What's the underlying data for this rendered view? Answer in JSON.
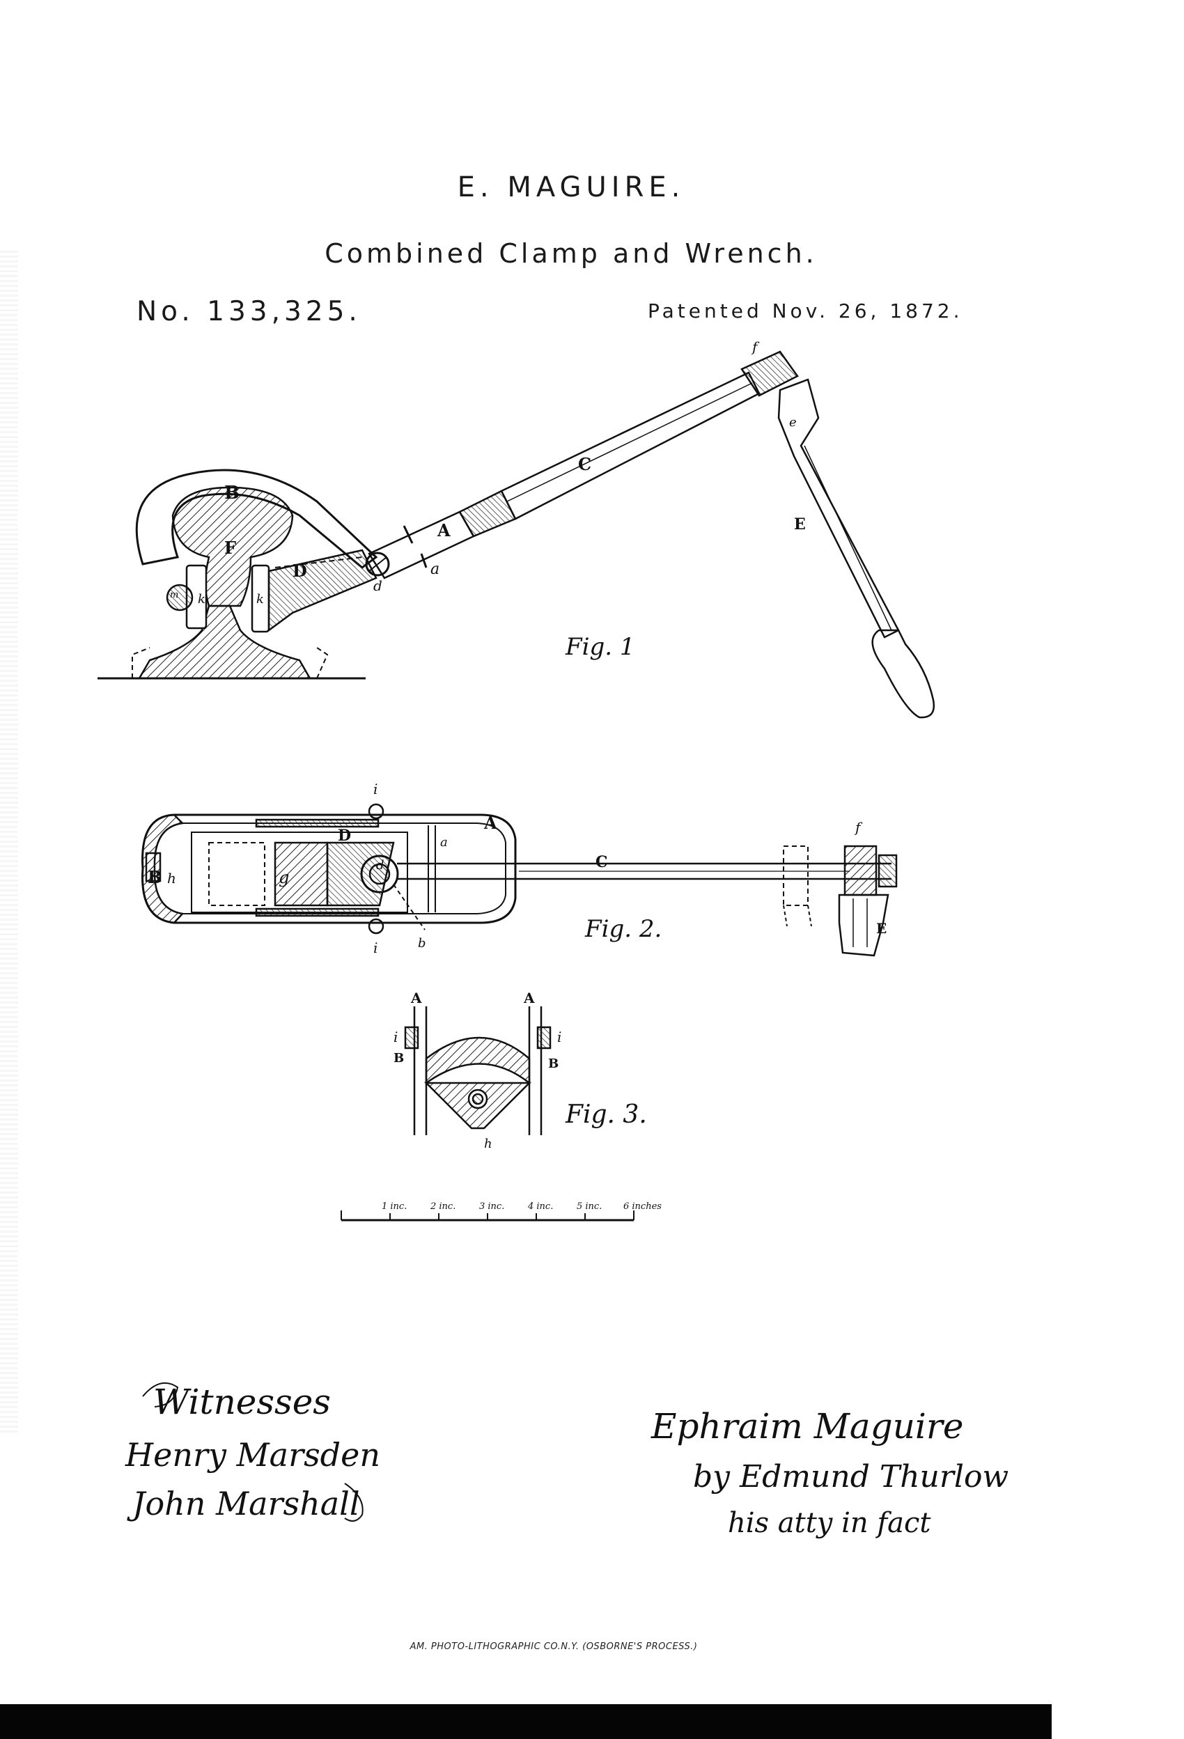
{
  "header": {
    "inventor": "E. MAGUIRE.",
    "title": "Combined Clamp and Wrench.",
    "patent_number": "No. 133,325.",
    "patented_date": "Patented Nov. 26, 1872."
  },
  "figures": {
    "fig1": {
      "caption": "Fig. 1",
      "labels": [
        "B",
        "F",
        "D",
        "A",
        "C",
        "E",
        "a",
        "d",
        "k",
        "k",
        "m",
        "f",
        "e"
      ]
    },
    "fig2": {
      "caption": "Fig. 2.",
      "labels": [
        "A",
        "B",
        "h",
        "g",
        "D",
        "d",
        "a",
        "b",
        "C",
        "i",
        "i",
        "f",
        "E"
      ]
    },
    "fig3": {
      "caption": "Fig. 3.",
      "labels": [
        "A",
        "A",
        "i",
        "i",
        "B",
        "B",
        "h"
      ]
    }
  },
  "scale": {
    "ticks": [
      "1 inc.",
      "2 inc.",
      "3 inc.",
      "4 inc.",
      "5 inc.",
      "6 inches"
    ]
  },
  "signatures": {
    "witnesses_heading": "Witnesses",
    "witness_1": "Henry Marsden",
    "witness_2": "John Marshall",
    "inventor_signature": "Ephraim Maguire",
    "by_line": "by Edmund Thurlow",
    "attorney_line": "his atty in fact"
  },
  "footer": {
    "printer": "AM. PHOTO-LITHOGRAPHIC CO.N.Y. (OSBORNE'S PROCESS.)"
  }
}
